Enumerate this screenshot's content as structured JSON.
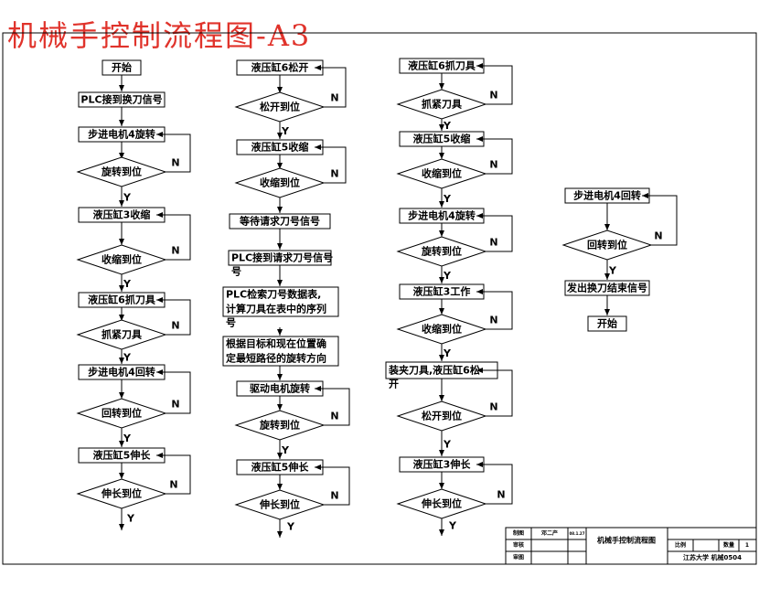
{
  "title": "机械手控制流程图-A3",
  "col1": {
    "start": "开始",
    "plc_receive": "PLC接到换刀信号",
    "motor_rotate": "步进电机4旋转",
    "rotate_ok": "旋转到位",
    "cyl3_retract": "液压缸3收缩",
    "retract_ok": "收缩到位",
    "cyl6_grab": "液压缸6抓刀具",
    "grab_ok": "抓紧刀具",
    "motor_return": "步进电机4回转",
    "return_ok": "回转到位",
    "cyl5_extend": "液压缸5伸长",
    "extend_ok": "伸长到位"
  },
  "col2": {
    "cyl6_release": "液压缸6松开",
    "release_ok": "松开到位",
    "cyl5_retract": "液压缸5收缩",
    "retract_ok": "收缩到位",
    "wait_signal": "等待请求刀号信号",
    "plc_request": "PLC接到请求刀号信号",
    "retrieve_l1": "PLC检索刀号数据表,",
    "retrieve_l2": "计算刀具在表中的序列",
    "retrieve_l3": "号",
    "decide_l1": "根据目标和现在位置确",
    "decide_l2": "定最短路径的旋转方向",
    "drive_motor": "驱动电机旋转",
    "rotate_ok": "旋转到位",
    "cyl5_extend": "液压缸5伸长",
    "extend_ok": "伸长到位"
  },
  "col3": {
    "cyl6_grab": "液压缸6抓刀具",
    "grab_ok": "抓紧刀具",
    "cyl5_retract": "液压缸5收缩",
    "retract_ok": "收缩到位",
    "motor_rotate": "步进电机4旋转",
    "rotate_ok": "旋转到位",
    "cyl3_work": "液压缸3工作",
    "retract_ok2": "收缩到位",
    "clamp_l1": "装夹刀具,液压缸6松",
    "clamp_l2": "开",
    "release_ok": "松开到位",
    "cyl3_extend": "液压缸3伸长",
    "extend_ok": "伸长到位"
  },
  "col4": {
    "motor_return": "步进电机4回转",
    "return_ok": "回转到位",
    "send_end": "发出换刀结束信号",
    "start": "开始"
  },
  "labels": {
    "yes": "Y",
    "no": "N"
  },
  "title_block": {
    "r1c1": "制图",
    "r1c2": "邓二产",
    "r1c3": "08.1.27",
    "r2c1": "审核",
    "r3c1": "审图",
    "drawing_name": "机械手控制流程图",
    "scale_label": "比例",
    "qty_label": "数量",
    "qty_value": "1",
    "school": "江苏大学 机械0504"
  }
}
